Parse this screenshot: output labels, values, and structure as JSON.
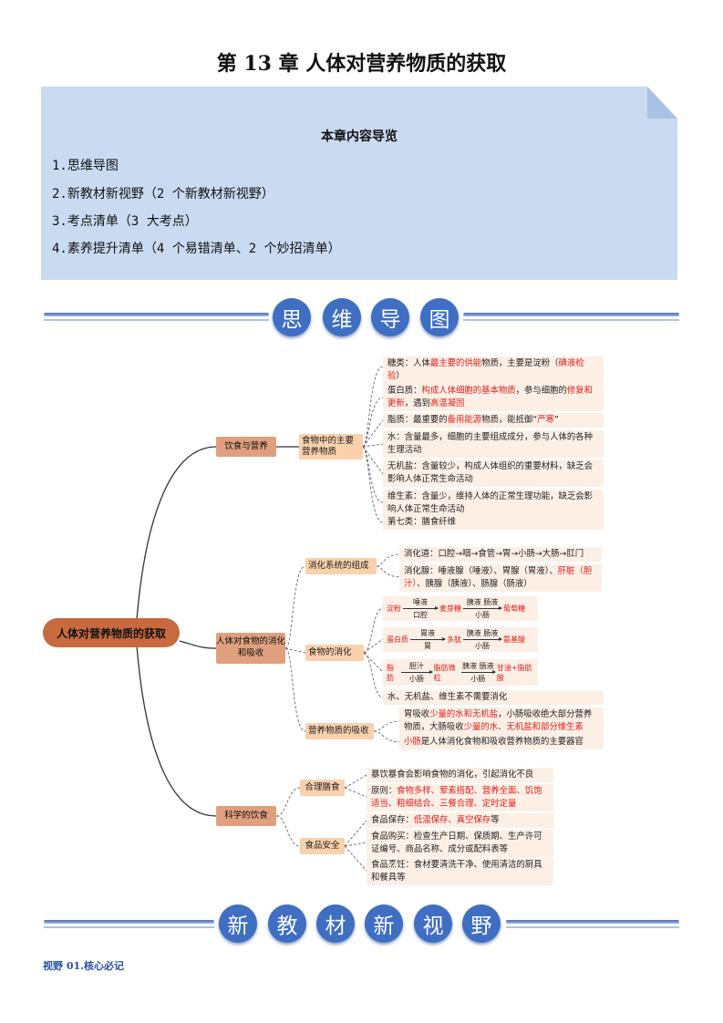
{
  "title": "第 13 章  人体对营养物质的获取",
  "guide": {
    "heading": "本章内容导览",
    "items": [
      "1.思维导图",
      "2.新教材新视野（2 个新教材新视野）",
      "3.考点清单（3 大考点）",
      "4.素养提升清单（4 个易错清单、2 个妙招清单）"
    ]
  },
  "banner1": [
    "思",
    "维",
    "导",
    "图"
  ],
  "banner2": [
    "新",
    "教",
    "材",
    "新",
    "视",
    "野"
  ],
  "mindmap": {
    "root": "人体对营养物质的获取",
    "b1": {
      "label": "饮食与营养",
      "sub": "食物中的主要营养物质",
      "leaves": [
        [
          {
            "t": "糖类：人体"
          },
          {
            "t": "最主要的供能",
            "r": 1
          },
          {
            "t": "物质，主要是淀粉（"
          },
          {
            "t": "碘液检验",
            "r": 1
          },
          {
            "t": "）"
          }
        ],
        [
          {
            "t": "蛋白质："
          },
          {
            "t": "构成人体细胞的基本物质",
            "r": 1
          },
          {
            "t": "，参与细胞的"
          },
          {
            "t": "修复和更新",
            "r": 1
          },
          {
            "t": "，遇到"
          },
          {
            "t": "高温凝固",
            "r": 1
          }
        ],
        [
          {
            "t": "脂质：最重要的"
          },
          {
            "t": "备用能源",
            "r": 1
          },
          {
            "t": "物质，能抵御“"
          },
          {
            "t": "严寒",
            "r": 1
          },
          {
            "t": "”"
          }
        ],
        [
          {
            "t": "水：含量最多，细胞的主要组成成分，参与人体的各种生理活动"
          }
        ],
        [
          {
            "t": "无机盐：含量较少，构成人体组织的重要材料，缺乏会影响人体正常生命活动"
          }
        ],
        [
          {
            "t": "维生素：含量少，维持人体的正常生理功能，缺乏会影响人体正常生命活动"
          }
        ],
        [
          {
            "t": "第七类：膳食纤维"
          }
        ]
      ]
    },
    "b2": {
      "label": "人体对食物的消化和吸收",
      "sys": {
        "label": "消化系统的组成",
        "leaves": [
          [
            {
              "t": "消化道：口腔→咽→食管→胃→小肠→大肠→肛门"
            }
          ],
          [
            {
              "t": "消化腺：唾液腺（唾液）、胃腺（胃液）、"
            },
            {
              "t": "肝脏（胆汁）",
              "r": 1
            },
            {
              "t": "、胰腺（胰液）、肠腺（肠液）"
            }
          ]
        ]
      },
      "dig": {
        "label": "食物的消化",
        "flows": [
          {
            "a": "淀粉",
            "e1": "唾液",
            "p1": "口腔",
            "b": "麦芽糖",
            "e2": "胰液  肠液",
            "p2": "小肠",
            "c": "葡萄糖"
          },
          {
            "a": "蛋白质",
            "e1": "胃液",
            "p1": "胃",
            "b": "多肽",
            "e2": "胰液  肠液",
            "p2": "小肠",
            "c": "氨基酸"
          },
          {
            "a": "脂肪",
            "e1": "胆汁",
            "p1": "小肠",
            "b": "脂肪微粒",
            "e2": "胰液  肠液",
            "p2": "小肠",
            "c": "甘油+脂肪酸"
          }
        ],
        "note": [
          {
            "t": "水、无机盐、维生素不需要消化"
          }
        ]
      },
      "abs": {
        "label": "营养物质的吸收",
        "leaves": [
          [
            {
              "t": "胃吸收"
            },
            {
              "t": "少量的水和无机盐",
              "r": 1
            },
            {
              "t": "，小肠吸收绝大部分营养物质，大肠吸收"
            },
            {
              "t": "少量的水、无机盐和部分维生素",
              "r": 1
            }
          ],
          [
            {
              "t": "小肠",
              "r": 1
            },
            {
              "t": "是人体消化食物和吸收营养物质的主要器官"
            }
          ]
        ]
      }
    },
    "b3": {
      "label": "科学的饮食",
      "diet": {
        "label": "合理膳食",
        "leaves": [
          [
            {
              "t": "暴饮暴食会影响食物的消化，引起消化不良"
            }
          ],
          [
            {
              "t": "原则："
            },
            {
              "t": "食物多样、荤素搭配、营养全面、饥饱适当、粗细结合、三餐合理、定时定量",
              "r": 1
            }
          ]
        ]
      },
      "safe": {
        "label": "食品安全",
        "leaves": [
          [
            {
              "t": "食品保存："
            },
            {
              "t": "低温保存、真空保存",
              "r": 1
            },
            {
              "t": "等"
            }
          ],
          [
            {
              "t": "食品购买：检查生产日期、保质期、生产许可证编号、商品名称、成分或配料表等"
            }
          ],
          [
            {
              "t": "食品烹饪：食材要清洗干净、使用清洁的厨具和餐具等"
            }
          ]
        ]
      }
    }
  },
  "footer": "视野 01.核心必记"
}
